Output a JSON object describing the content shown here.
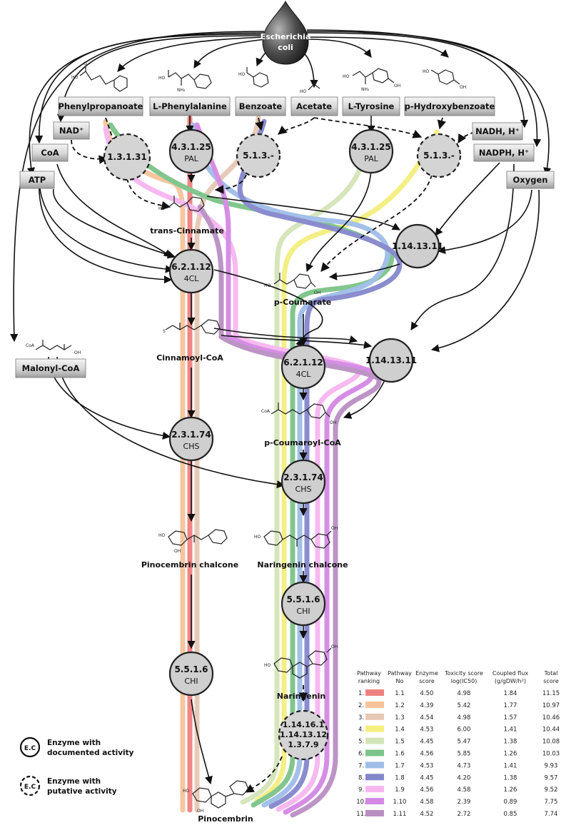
{
  "source": {
    "name_line1": "Escherichia",
    "name_line2": "coli"
  },
  "substrates": [
    {
      "id": "phenylpropanoate",
      "label": "Phenylpropanoate"
    },
    {
      "id": "l-phenylalanine",
      "label": "L-Phenylalanine"
    },
    {
      "id": "benzoate",
      "label": "Benzoate"
    },
    {
      "id": "acetate",
      "label": "Acetate"
    },
    {
      "id": "l-tyrosine",
      "label": "L-Tyrosine"
    },
    {
      "id": "p-hydroxybenzoate",
      "label": "p-Hydroxybenzoate"
    }
  ],
  "cofactors": {
    "nad": "NAD⁺",
    "coa": "CoA",
    "atp": "ATP",
    "nadh": "NADH, H⁺",
    "nadph": "NADPH, H⁺",
    "oxygen": "Oxygen",
    "malonyl_coa": "Malonyl-CoA"
  },
  "enzymes": {
    "e1": {
      "ec": "1.3.1.31",
      "name": "",
      "putative": true
    },
    "e2": {
      "ec": "4.3.1.25",
      "name": "PAL",
      "putative": false
    },
    "e3": {
      "ec": "5.1.3.-",
      "name": "",
      "putative": true
    },
    "e4": {
      "ec": "4.3.1.25",
      "name": "PAL",
      "putative": false
    },
    "e5": {
      "ec": "5.1.3.-",
      "name": "",
      "putative": true
    },
    "e6": {
      "ec": "1.14.13.11",
      "name": "",
      "putative": false
    },
    "e7": {
      "ec": "6.2.1.12",
      "name": "4CL",
      "putative": false
    },
    "e8": {
      "ec": "6.2.1.12",
      "name": "4CL",
      "putative": false
    },
    "e9": {
      "ec": "1.14.13.11",
      "name": "",
      "putative": false
    },
    "e10": {
      "ec": "2.3.1.74",
      "name": "CHS",
      "putative": false
    },
    "e11": {
      "ec": "2.3.1.74",
      "name": "CHS",
      "putative": false
    },
    "e12": {
      "ec": "5.5.1.6",
      "name": "CHI",
      "putative": false
    },
    "e13": {
      "ec": "5.5.1.6",
      "name": "CHI",
      "putative": false
    },
    "e14": {
      "ec_line1": "1.14.16.1",
      "ec_line2": "1.14.13.12",
      "ec_line3": "1.3.7.9",
      "putative": true
    }
  },
  "compounds": {
    "trans_cinnamate": "trans-Cinnamate",
    "p_coumarate": "p-Coumarate",
    "cinnamoyl_coa": "Cinnamoyl-CoA",
    "p_coumaroyl_coa": "p-Coumaroyl-CoA",
    "pinocembrin_chalcone": "Pinocembrin chalcone",
    "naringenin_chalcone": "Naringenin chalcone",
    "naringenin": "Naringenin",
    "pinocembrin": "Pinocembrin"
  },
  "mol_labels": {
    "oh": "OH",
    "nh2": "NH₂",
    "coa": "CoA",
    "ho": "HO",
    "o": "O",
    "s": "S"
  },
  "legend": {
    "documented": {
      "symbol": "E.C",
      "line1": "Enzyme with",
      "line2": "documented activity"
    },
    "putative": {
      "symbol": "E.C",
      "line1": "Enzyme with",
      "line2": "putative activity"
    }
  },
  "table": {
    "headers": [
      {
        "line1": "Pathway",
        "line2": "ranking"
      },
      {
        "line1": "Pathway",
        "line2": "No"
      },
      {
        "line1": "Enzyme",
        "line2": "score"
      },
      {
        "line1": "Toxicity score",
        "line2": "log(IC50)"
      },
      {
        "line1": "Coupled flux",
        "line2": "(g/gDW/h²)"
      },
      {
        "line1": "Total",
        "line2": "score"
      }
    ],
    "rows": [
      {
        "rank": "1.",
        "color": "#f08080",
        "no": "1.1",
        "enzyme": "4.50",
        "toxicity": "4.98",
        "flux": "1.84",
        "total": "11.15"
      },
      {
        "rank": "2.",
        "color": "#f6c39a",
        "no": "1.2",
        "enzyme": "4.39",
        "toxicity": "5.42",
        "flux": "1.77",
        "total": "10.97"
      },
      {
        "rank": "3.",
        "color": "#e6c9b4",
        "no": "1.3",
        "enzyme": "4.54",
        "toxicity": "4.98",
        "flux": "1.57",
        "total": "10.46"
      },
      {
        "rank": "4.",
        "color": "#f4ef7e",
        "no": "1.4",
        "enzyme": "4.53",
        "toxicity": "6.00",
        "flux": "1.41",
        "total": "10.44"
      },
      {
        "rank": "5.",
        "color": "#d4e4b8",
        "no": "1.5",
        "enzyme": "4.45",
        "toxicity": "5.47",
        "flux": "1.38",
        "total": "10.08"
      },
      {
        "rank": "6.",
        "color": "#7cc489",
        "no": "1.6",
        "enzyme": "4.56",
        "toxicity": "5.85",
        "flux": "1.26",
        "total": "10.03"
      },
      {
        "rank": "7.",
        "color": "#9fbde8",
        "no": "1.7",
        "enzyme": "4.53",
        "toxicity": "4.73",
        "flux": "1.41",
        "total": "9.93"
      },
      {
        "rank": "8.",
        "color": "#8486cc",
        "no": "1.8",
        "enzyme": "4.45",
        "toxicity": "4.20",
        "flux": "1.38",
        "total": "9.57"
      },
      {
        "rank": "9.",
        "color": "#f7b6f0",
        "no": "1.9",
        "enzyme": "4.56",
        "toxicity": "4.58",
        "flux": "1.26",
        "total": "9.52"
      },
      {
        "rank": "10.",
        "color": "#d488e4",
        "no": "1.10",
        "enzyme": "4.58",
        "toxicity": "2.39",
        "flux": "0.89",
        "total": "7.75"
      },
      {
        "rank": "11.",
        "color": "#b98fc2",
        "no": "1.11",
        "enzyme": "4.52",
        "toxicity": "2.72",
        "flux": "0.85",
        "total": "7.74"
      }
    ]
  }
}
